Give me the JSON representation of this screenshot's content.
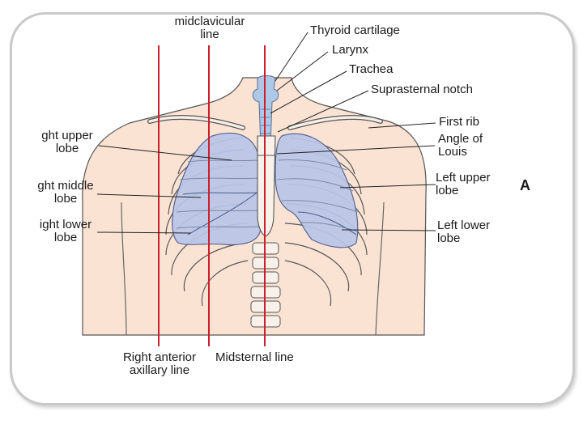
{
  "labels": {
    "midclavicular": "midclavicular\nline",
    "thyroid_cartilage": "Thyroid cartilage",
    "larynx": "Larynx",
    "trachea": "Trachea",
    "suprasternal_notch": "Suprasternal notch",
    "first_rib": "First rib",
    "angle_of_louis": "Angle of\nLouis",
    "left_upper_lobe": "Left upper\nlobe",
    "left_lower_lobe": "Left lower\nlobe",
    "right_upper_lobe": "ght upper\nlobe",
    "right_middle_lobe": "ght middle\nlobe",
    "right_lower_lobe": "ight lower\nlobe",
    "right_anterior_axillary": "Right anterior\naxillary line",
    "midsternal": "Midsternal line"
  },
  "panel_letter": "A",
  "colors": {
    "skin": "#fbe3d4",
    "lung": "#b9c6e8",
    "ref_line": "#cc1f2b",
    "outline": "#3a3a3a"
  }
}
